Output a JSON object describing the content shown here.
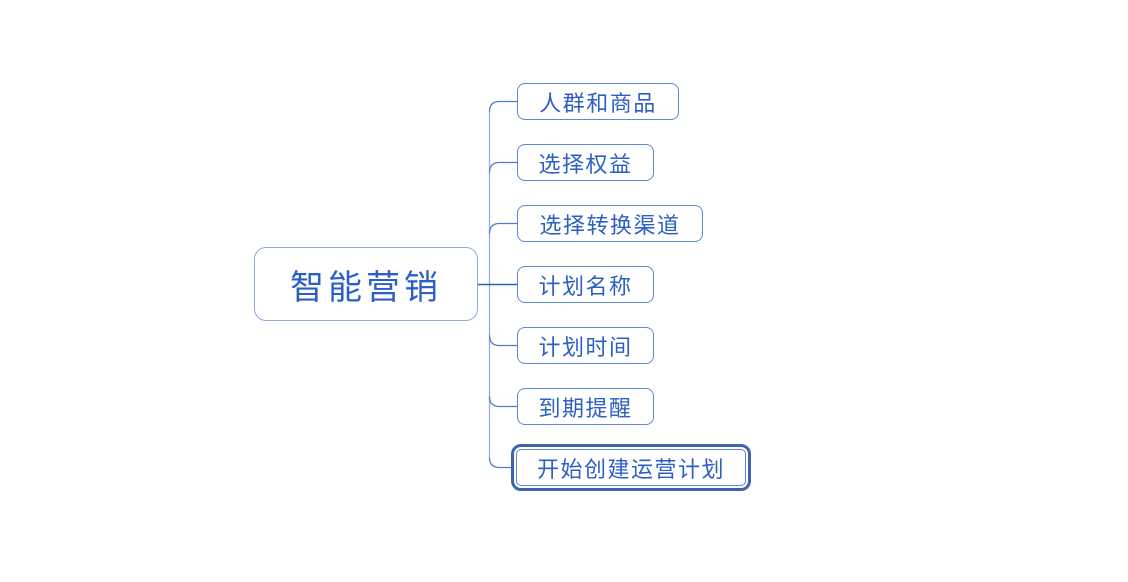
{
  "diagram": {
    "type": "mindmap",
    "root": {
      "label": "智能营销"
    },
    "children": [
      {
        "label": "人群和商品",
        "selected": false
      },
      {
        "label": "选择权益",
        "selected": false
      },
      {
        "label": "选择转换渠道",
        "selected": false
      },
      {
        "label": "计划名称",
        "selected": false
      },
      {
        "label": "计划时间",
        "selected": false
      },
      {
        "label": "到期提醒",
        "selected": false
      },
      {
        "label": "开始创建运营计划",
        "selected": true
      }
    ],
    "colors": {
      "background": "#ffffff",
      "text": "#2e5fc5",
      "root_border": "#8faadc",
      "node_border": "#5c88cc",
      "trunk_line": "#94aedd",
      "branch_line": "#517fc4",
      "root_branch_line": "#2563be",
      "selection_border": "#3d63b2"
    }
  }
}
